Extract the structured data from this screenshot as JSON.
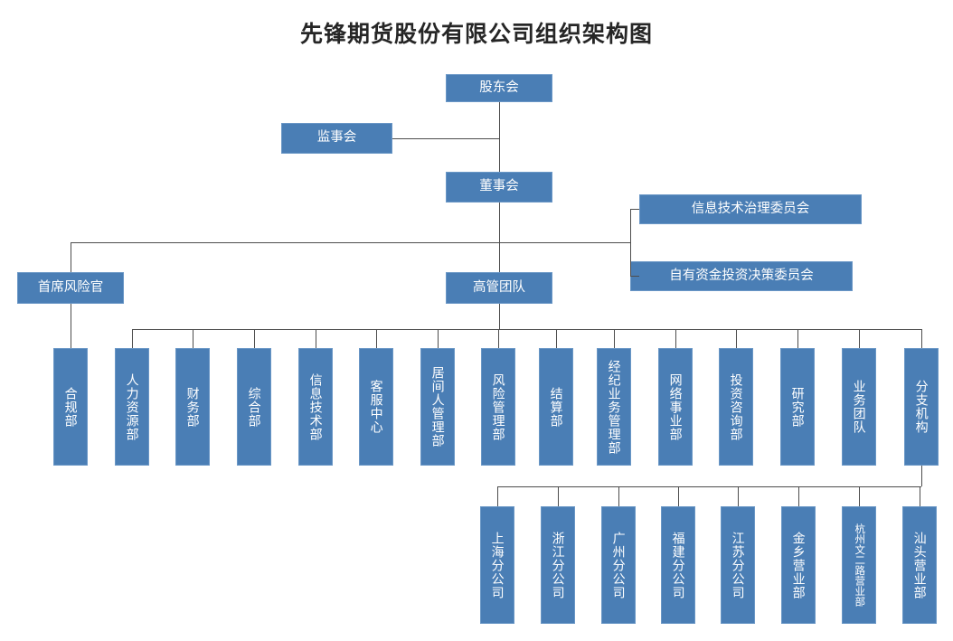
{
  "title": "先锋期货股份有限公司组织架构图",
  "theme": {
    "node_fill": "#4A7EB5",
    "node_border": "#6A97C6",
    "node_text": "#FFFFFF",
    "connector": "#4D4D4D",
    "title_color": "#262626",
    "background": "#FFFFFF"
  },
  "chart_data": {
    "type": "diagram",
    "subtype": "org-chart",
    "title": "先锋期货股份有限公司组织架构图",
    "orientation": "top-down",
    "nodes": [
      {
        "id": "shareholders",
        "label": "股东会",
        "level": 0,
        "orientation": "horizontal"
      },
      {
        "id": "supervisors",
        "label": "监事会",
        "level": 1,
        "orientation": "horizontal"
      },
      {
        "id": "board",
        "label": "董事会",
        "level": 1,
        "orientation": "horizontal"
      },
      {
        "id": "it-governance",
        "label": "信息技术治理委员会",
        "level": 2,
        "orientation": "horizontal"
      },
      {
        "id": "own-fund-investment",
        "label": "自有资金投资决策委员会",
        "level": 2,
        "orientation": "horizontal"
      },
      {
        "id": "cro",
        "label": "首席风险官",
        "level": 2,
        "orientation": "horizontal"
      },
      {
        "id": "exec-team",
        "label": "高管团队",
        "level": 2,
        "orientation": "horizontal"
      },
      {
        "id": "compliance",
        "label": "合规部",
        "level": 3,
        "orientation": "vertical"
      },
      {
        "id": "hr",
        "label": "人力资源部",
        "level": 3,
        "orientation": "vertical"
      },
      {
        "id": "finance",
        "label": "财务部",
        "level": 3,
        "orientation": "vertical"
      },
      {
        "id": "general-affairs",
        "label": "综合部",
        "level": 3,
        "orientation": "vertical"
      },
      {
        "id": "it",
        "label": "信息技术部",
        "level": 3,
        "orientation": "vertical"
      },
      {
        "id": "customer-service",
        "label": "客服中心",
        "level": 3,
        "orientation": "vertical"
      },
      {
        "id": "intermediary",
        "label": "居间人管理部",
        "level": 3,
        "orientation": "vertical"
      },
      {
        "id": "risk-management",
        "label": "风险管理部",
        "level": 3,
        "orientation": "vertical"
      },
      {
        "id": "settlement",
        "label": "结算部",
        "level": 3,
        "orientation": "vertical"
      },
      {
        "id": "brokerage",
        "label": "经纪业务管理部",
        "level": 3,
        "orientation": "vertical"
      },
      {
        "id": "network-division",
        "label": "网络事业部",
        "level": 3,
        "orientation": "vertical"
      },
      {
        "id": "investment-consulting",
        "label": "投资咨询部",
        "level": 3,
        "orientation": "vertical"
      },
      {
        "id": "research",
        "label": "研究部",
        "level": 3,
        "orientation": "vertical"
      },
      {
        "id": "business-team",
        "label": "业务团队",
        "level": 3,
        "orientation": "vertical"
      },
      {
        "id": "branches",
        "label": "分支机构",
        "level": 3,
        "orientation": "vertical"
      },
      {
        "id": "shanghai",
        "label": "上海分公司",
        "level": 4,
        "orientation": "vertical"
      },
      {
        "id": "zhejiang",
        "label": "浙江分公司",
        "level": 4,
        "orientation": "vertical"
      },
      {
        "id": "guangzhou",
        "label": "广州分公司",
        "level": 4,
        "orientation": "vertical"
      },
      {
        "id": "fujian",
        "label": "福建分公司",
        "level": 4,
        "orientation": "vertical"
      },
      {
        "id": "jiangsu",
        "label": "江苏分公司",
        "level": 4,
        "orientation": "vertical"
      },
      {
        "id": "jinxiang",
        "label": "金乡营业部",
        "level": 4,
        "orientation": "vertical"
      },
      {
        "id": "hangzhou-wenerlu",
        "label": "杭州文二路营业部",
        "level": 4,
        "orientation": "vertical"
      },
      {
        "id": "shantou",
        "label": "汕头营业部",
        "level": 4,
        "orientation": "vertical"
      }
    ],
    "edges": [
      {
        "from": "shareholders",
        "to": "supervisors"
      },
      {
        "from": "shareholders",
        "to": "board"
      },
      {
        "from": "board",
        "to": "it-governance"
      },
      {
        "from": "board",
        "to": "own-fund-investment"
      },
      {
        "from": "board",
        "to": "cro"
      },
      {
        "from": "board",
        "to": "exec-team"
      },
      {
        "from": "cro",
        "to": "compliance"
      },
      {
        "from": "exec-team",
        "to": "hr"
      },
      {
        "from": "exec-team",
        "to": "finance"
      },
      {
        "from": "exec-team",
        "to": "general-affairs"
      },
      {
        "from": "exec-team",
        "to": "it"
      },
      {
        "from": "exec-team",
        "to": "customer-service"
      },
      {
        "from": "exec-team",
        "to": "intermediary"
      },
      {
        "from": "exec-team",
        "to": "risk-management"
      },
      {
        "from": "exec-team",
        "to": "settlement"
      },
      {
        "from": "exec-team",
        "to": "brokerage"
      },
      {
        "from": "exec-team",
        "to": "network-division"
      },
      {
        "from": "exec-team",
        "to": "investment-consulting"
      },
      {
        "from": "exec-team",
        "to": "research"
      },
      {
        "from": "exec-team",
        "to": "business-team"
      },
      {
        "from": "exec-team",
        "to": "branches"
      },
      {
        "from": "branches",
        "to": "shanghai"
      },
      {
        "from": "branches",
        "to": "zhejiang"
      },
      {
        "from": "branches",
        "to": "guangzhou"
      },
      {
        "from": "branches",
        "to": "fujian"
      },
      {
        "from": "branches",
        "to": "jiangsu"
      },
      {
        "from": "branches",
        "to": "jinxiang"
      },
      {
        "from": "branches",
        "to": "hangzhou-wenerlu"
      },
      {
        "from": "branches",
        "to": "shantou"
      }
    ]
  }
}
